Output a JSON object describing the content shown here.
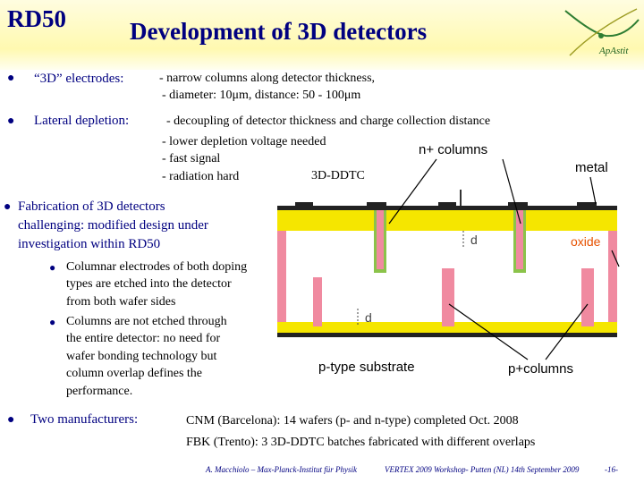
{
  "header": {
    "brand": "RD50",
    "title": "Development of 3D detectors",
    "logo_text": "ApAstit"
  },
  "bullets": {
    "b1_label": "“3D” electrodes:",
    "b1_line1": "- narrow columns along detector thickness,",
    "b1_line2": "- diameter: 10μm,  distance: 50 - 100μm",
    "b2_label": "Lateral depletion:",
    "b2_line1": "- decoupling of detector thickness and charge collection distance",
    "b2_line2": "- lower depletion voltage needed",
    "b2_line3": "- fast signal",
    "b2_line4": "- radiation hard",
    "b3_line1": "Fabrication of 3D detectors",
    "b3_line2": "challenging: modified design under",
    "b3_line3": "investigation within RD50",
    "sub1_line1": "Columnar electrodes of both doping",
    "sub1_line2": "types are etched into the detector",
    "sub1_line3": "from both wafer sides",
    "sub2_line1": "Columns are not etched through",
    "sub2_line2": "the entire detector: no need for",
    "sub2_line3": "wafer bonding technology but",
    "sub2_line4": "column overlap defines the",
    "sub2_line5": "performance.",
    "b4_label": "Two manufacturers:",
    "b4_line1": "CNM (Barcelona):   14 wafers (p- and n-type) completed Oct. 2008",
    "b4_line2": "FBK (Trento):   3 3D-DDTC batches fabricated with different overlaps"
  },
  "diagram": {
    "label_n_columns": "n+ columns",
    "label_metal": "metal",
    "label_3dddtc": "3D-DDTC",
    "label_oxide": "oxide",
    "label_d1": "d",
    "label_d2": "d",
    "label_ptype": "p-type substrate",
    "label_p_columns": "p+columns"
  },
  "footer": {
    "author": "A. Macchiolo – Max-Planck-Institut für Physik",
    "event": "VERTEX 2009 Workshop- Putten (NL)  14th September 2009",
    "page": "-16-"
  },
  "colors": {
    "title_blue": "#000080",
    "header_yellow": "#fff9b0",
    "metal_dark": "#222222",
    "oxide_yellow": "#f5e600",
    "substrate_pink": "#f08aa0",
    "n_column_green": "#8bc34a",
    "p_column_red": "#e53935"
  }
}
